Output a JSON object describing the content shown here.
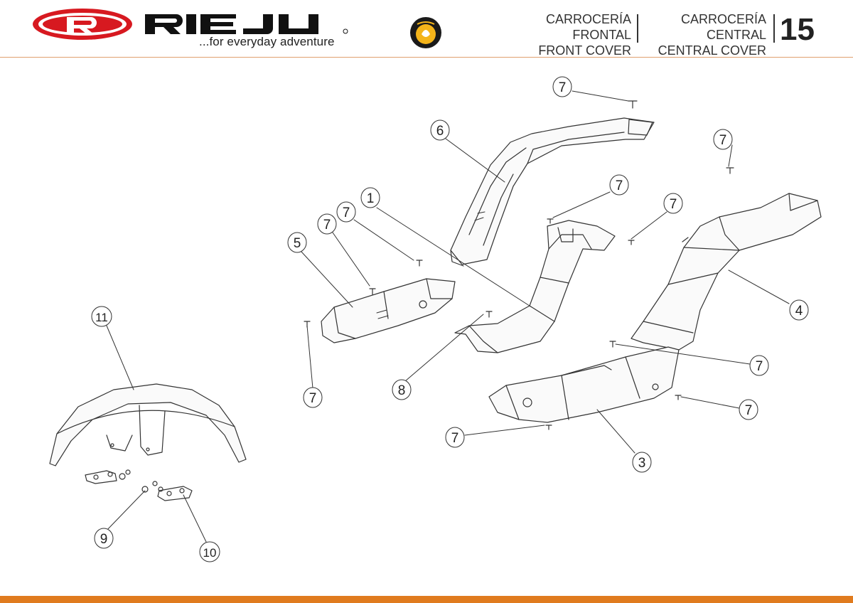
{
  "header": {
    "brand": "RIEJU",
    "tagline": "...for everyday adventure",
    "title_es_1": "CARROCERÍA FRONTAL",
    "title_en_1": "FRONT COVER",
    "title_es_2": "CARROCERÍA CENTRAL",
    "title_en_2": "CENTRAL COVER",
    "page_number": "15"
  },
  "colors": {
    "brand_red": "#d71920",
    "accent_orange": "#e07b1e",
    "line": "#333333"
  },
  "callouts": [
    "1",
    "3",
    "4",
    "5",
    "6",
    "7",
    "8",
    "9",
    "10",
    "11"
  ],
  "labels": {
    "c1": "1",
    "c3": "3",
    "c4": "4",
    "c5": "5",
    "c6": "6",
    "c7a": "7",
    "c7b": "7",
    "c7c": "7",
    "c7d": "7",
    "c7e": "7",
    "c7f": "7",
    "c7g": "7",
    "c7h": "7",
    "c7i": "7",
    "c7j": "7",
    "c8": "8",
    "c9": "9",
    "c10": "10",
    "c11": "11"
  }
}
